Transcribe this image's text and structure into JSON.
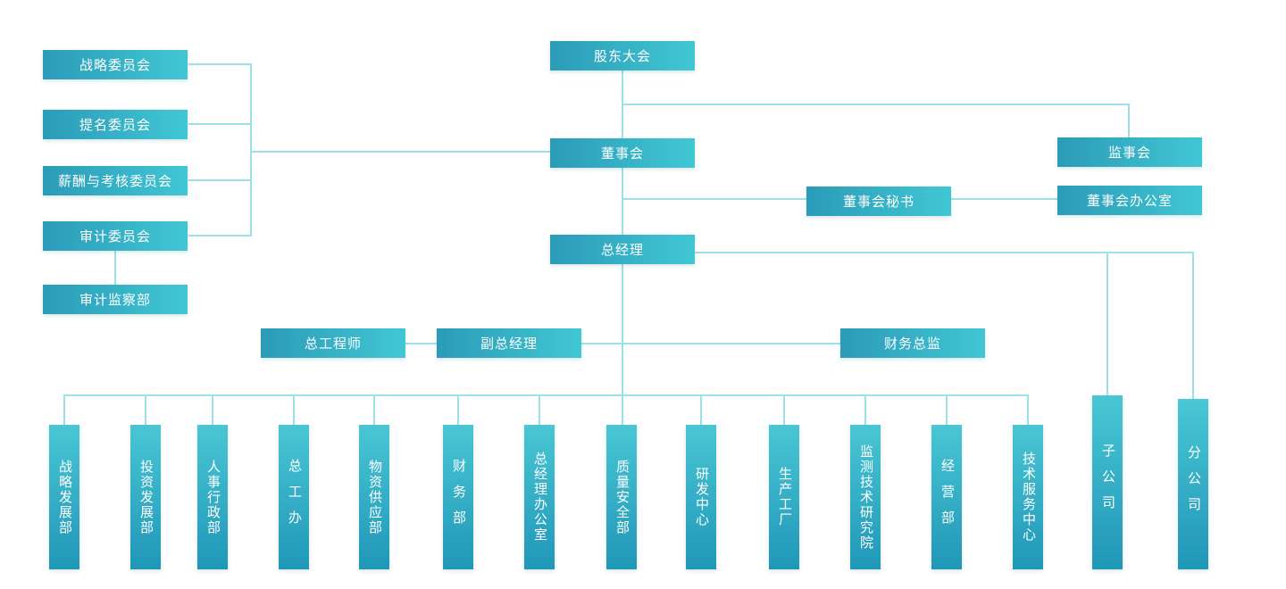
{
  "org": {
    "shareholders": "股东大会",
    "board": "董事会",
    "supervisory_board": "监事会",
    "board_secretary": "董事会秘书",
    "board_office": "董事会办公室",
    "general_manager": "总经理",
    "committees": [
      "战略委员会",
      "提名委员会",
      "薪酬与考核委员会",
      "审计委员会"
    ],
    "audit_supervision_dept": "审计监察部",
    "executives": {
      "chief_engineer": "总工程师",
      "deputy_general_manager": "副总经理",
      "finance_director": "财务总监"
    },
    "departments": [
      "战略发展部",
      "投资发展部",
      "人事行政部",
      "总工办",
      "物资供应部",
      "财务部",
      "总经理办公室",
      "质量安全部",
      "研发中心",
      "生产工厂",
      "监测技术研究院",
      "经营部",
      "技术服务中心"
    ],
    "companies": [
      "子公司",
      "分公司"
    ]
  },
  "colors": {
    "node_gradient_start": "#2b9bb8",
    "node_gradient_end": "#41c7d4",
    "vertical_gradient_start": "#4ac6d4",
    "vertical_gradient_end": "#2097b8",
    "connector_line": "#9ee0ea",
    "text": "#ffffff",
    "background": "#ffffff"
  }
}
